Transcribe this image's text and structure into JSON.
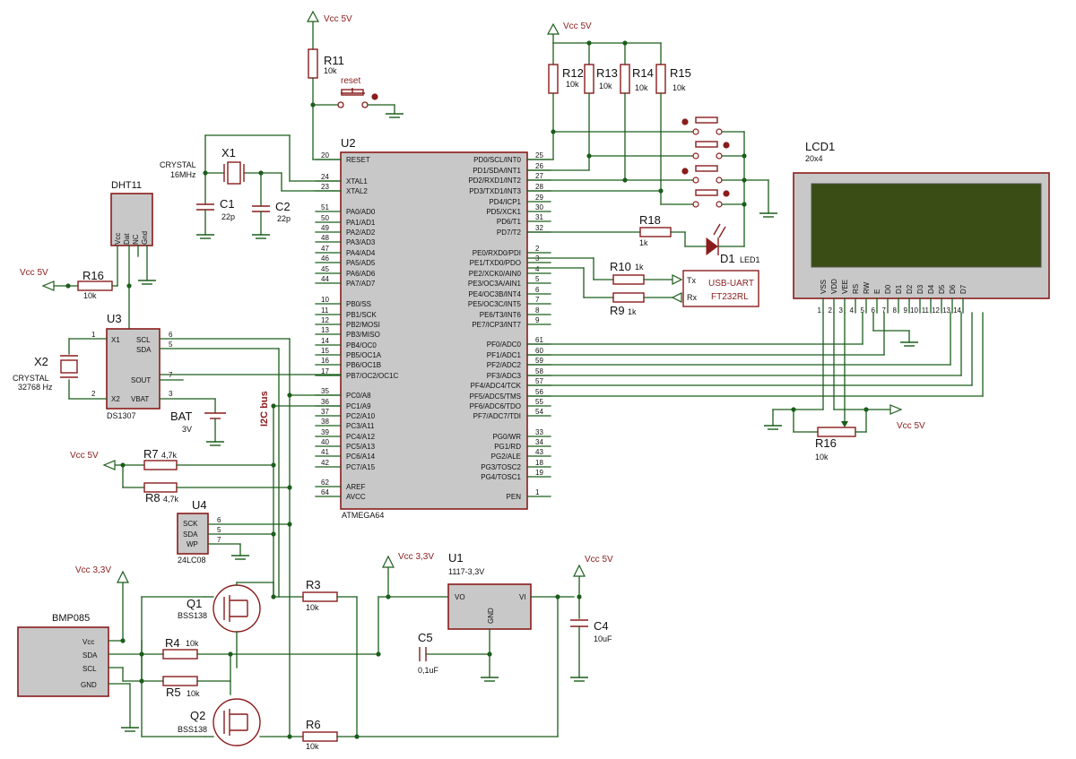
{
  "mcu": {
    "ref": "U2",
    "part": "ATMEGA64",
    "left_pins": [
      {
        "num": "20",
        "name": "RESET"
      },
      {
        "num": "24",
        "name": "XTAL1"
      },
      {
        "num": "23",
        "name": "XTAL2"
      },
      {
        "num": "51",
        "name": "PA0/AD0"
      },
      {
        "num": "50",
        "name": "PA1/AD1"
      },
      {
        "num": "49",
        "name": "PA2/AD2"
      },
      {
        "num": "48",
        "name": "PA3/AD3"
      },
      {
        "num": "47",
        "name": "PA4/AD4"
      },
      {
        "num": "46",
        "name": "PA5/AD5"
      },
      {
        "num": "45",
        "name": "PA6/AD6"
      },
      {
        "num": "44",
        "name": "PA7/AD7"
      },
      {
        "num": "10",
        "name": "PB0/SS"
      },
      {
        "num": "11",
        "name": "PB1/SCK"
      },
      {
        "num": "12",
        "name": "PB2/MOSI"
      },
      {
        "num": "13",
        "name": "PB3/MISO"
      },
      {
        "num": "14",
        "name": "PB4/OC0"
      },
      {
        "num": "15",
        "name": "PB5/OC1A"
      },
      {
        "num": "16",
        "name": "PB6/OC1B"
      },
      {
        "num": "17",
        "name": "PB7/OC2/OC1C"
      },
      {
        "num": "35",
        "name": "PC0/A8"
      },
      {
        "num": "36",
        "name": "PC1/A9"
      },
      {
        "num": "37",
        "name": "PC2/A10"
      },
      {
        "num": "38",
        "name": "PC3/A11"
      },
      {
        "num": "39",
        "name": "PC4/A12"
      },
      {
        "num": "40",
        "name": "PC5/A13"
      },
      {
        "num": "41",
        "name": "PC6/A14"
      },
      {
        "num": "42",
        "name": "PC7/A15"
      },
      {
        "num": "62",
        "name": "AREF"
      },
      {
        "num": "64",
        "name": "AVCC"
      }
    ],
    "right_pins": [
      {
        "num": "25",
        "name": "PD0/SCL/INT0"
      },
      {
        "num": "26",
        "name": "PD1/SDA/INT1"
      },
      {
        "num": "27",
        "name": "PD2/RXD1/INT2"
      },
      {
        "num": "28",
        "name": "PD3/TXD1/INT3"
      },
      {
        "num": "29",
        "name": "PD4/ICP1"
      },
      {
        "num": "30",
        "name": "PD5/XCK1"
      },
      {
        "num": "31",
        "name": "PD6/T1"
      },
      {
        "num": "32",
        "name": "PD7/T2"
      },
      {
        "num": "2",
        "name": "PE0/RXD0/PDI"
      },
      {
        "num": "3",
        "name": "PE1/TXD0/PDO"
      },
      {
        "num": "4",
        "name": "PE2/XCK0/AIN0"
      },
      {
        "num": "5",
        "name": "PE3/OC3A/AIN1"
      },
      {
        "num": "6",
        "name": "PE4/OC3B/INT4"
      },
      {
        "num": "7",
        "name": "PE5/OC3C/INT5"
      },
      {
        "num": "8",
        "name": "PE6/T3/INT6"
      },
      {
        "num": "9",
        "name": "PE7/ICP3/INT7"
      },
      {
        "num": "61",
        "name": "PF0/ADC0"
      },
      {
        "num": "60",
        "name": "PF1/ADC1"
      },
      {
        "num": "59",
        "name": "PF2/ADC2"
      },
      {
        "num": "58",
        "name": "PF3/ADC3"
      },
      {
        "num": "57",
        "name": "PF4/ADC4/TCK"
      },
      {
        "num": "56",
        "name": "PF5/ADC5/TMS"
      },
      {
        "num": "55",
        "name": "PF6/ADC6/TDO"
      },
      {
        "num": "54",
        "name": "PF7/ADC7/TDI"
      },
      {
        "num": "33",
        "name": "PG0/WR"
      },
      {
        "num": "34",
        "name": "PG1/RD"
      },
      {
        "num": "43",
        "name": "PG2/ALE"
      },
      {
        "num": "18",
        "name": "PG3/TOSC2"
      },
      {
        "num": "19",
        "name": "PG4/TOSC1"
      },
      {
        "num": "1",
        "name": "PEN"
      }
    ]
  },
  "power": {
    "vcc5v": "Vcc 5V",
    "vcc33v_a": "Vcc 3,3V",
    "vcc33v_b": "Vcc 3,3V"
  },
  "parts": {
    "r11": {
      "ref": "R11",
      "value": "10k"
    },
    "reset": {
      "ref": "reset"
    },
    "x1": {
      "ref": "X1",
      "label": "CRYSTAL",
      "value": "16MHz"
    },
    "c1": {
      "ref": "C1",
      "value": "22p"
    },
    "c2": {
      "ref": "C2",
      "value": "22p"
    },
    "r12": {
      "ref": "R12",
      "value": "10k"
    },
    "r13": {
      "ref": "R13",
      "value": "10k"
    },
    "r14": {
      "ref": "R14",
      "value": "10k"
    },
    "r15": {
      "ref": "R15",
      "value": "10k"
    },
    "r18": {
      "ref": "R18",
      "value": "1k"
    },
    "d1": {
      "ref": "D1",
      "value": "LED1"
    },
    "r10": {
      "ref": "R10",
      "value": "1k"
    },
    "r9": {
      "ref": "R9",
      "value": "1k"
    },
    "uart": {
      "tx": "Tx",
      "rx": "Rx",
      "name": "USB-UART",
      "part": "FT232RL"
    },
    "dht": {
      "ref": "DHT11",
      "pins": [
        "Vcc",
        "Dat",
        "NC",
        "Gnd"
      ]
    },
    "r16a": {
      "ref": "R16",
      "value": "10k"
    },
    "u3": {
      "ref": "U3",
      "part": "DS1307",
      "pins": [
        "X1",
        "X2",
        "SCL",
        "SDA",
        "SOUT",
        "VBAT"
      ],
      "pin_nums": [
        "1",
        "2",
        "6",
        "5",
        "7",
        "3"
      ]
    },
    "x2": {
      "ref": "X2",
      "label": "CRYSTAL",
      "value": "32768 Hz"
    },
    "bat": {
      "ref": "BAT",
      "value": "3V"
    },
    "i2c": "I2C bus",
    "r7": {
      "ref": "R7",
      "value": "4,7k"
    },
    "r8": {
      "ref": "R8",
      "value": "4,7k"
    },
    "u4": {
      "ref": "U4",
      "part": "24LC08",
      "pins": [
        "SCK",
        "SDA",
        "WP"
      ],
      "pin_nums": [
        "6",
        "5",
        "7"
      ]
    },
    "bmp": {
      "ref": "BMP085",
      "pins": [
        "Vcc",
        "SDA",
        "SCL",
        "GND"
      ]
    },
    "q1": {
      "ref": "Q1",
      "part": "BSS138"
    },
    "q2": {
      "ref": "Q2",
      "part": "BSS138"
    },
    "r3": {
      "ref": "R3",
      "value": "10k"
    },
    "r4": {
      "ref": "R4",
      "value": "10k"
    },
    "r5": {
      "ref": "R5",
      "value": "10k"
    },
    "r6": {
      "ref": "R6",
      "value": "10k"
    },
    "u1": {
      "ref": "U1",
      "part": "1117-3,3V",
      "vo": "VO",
      "vi": "VI",
      "gnd": "GND"
    },
    "c5": {
      "ref": "C5",
      "value": "0,1uF"
    },
    "c4": {
      "ref": "C4",
      "value": "10uF"
    },
    "lcd": {
      "ref": "LCD1",
      "size": "20x4",
      "pins": [
        "VSS",
        "VDD",
        "VEE",
        "RS",
        "RW",
        "E",
        "D0",
        "D1",
        "D2",
        "D3",
        "D4",
        "D5",
        "D6",
        "D7"
      ]
    },
    "r16b": {
      "ref": "R16",
      "value": "10k"
    }
  },
  "colors": {
    "wire": "#1b5e1b",
    "body": "#8a1c1c",
    "ic_fill": "#c8c8c8",
    "lcd_screen": "#3a4d14"
  }
}
